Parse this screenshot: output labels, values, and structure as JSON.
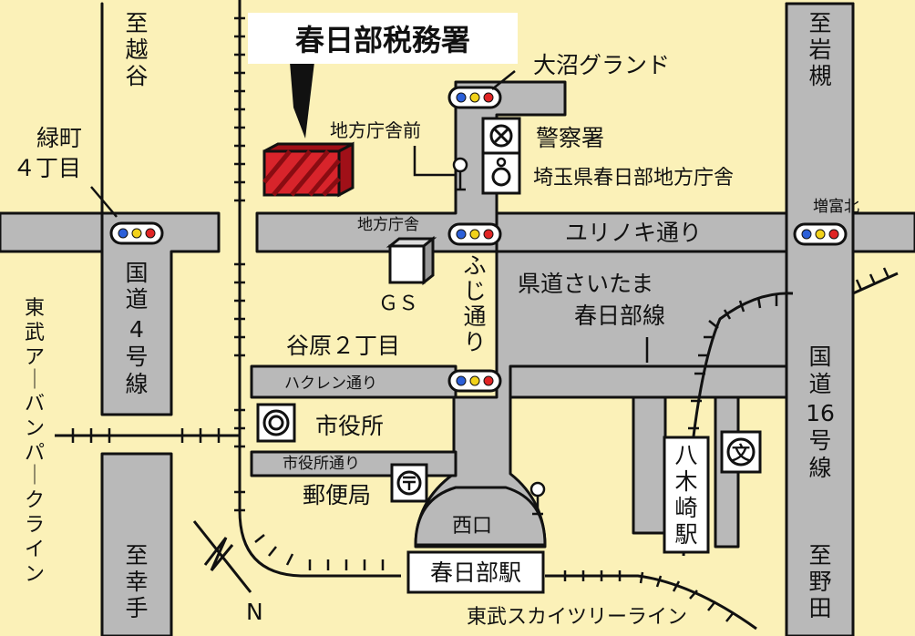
{
  "title": "春日部税務署",
  "directions": {
    "koshigaya": "至越谷",
    "iwatsuki": "至岩槻",
    "satte": "至幸手",
    "noda": "至野田"
  },
  "intersections": {
    "midoricho": "緑町\n４丁目",
    "chihou_chousha_mae": "地方庁舎前",
    "chihou_chousha": "地方庁舎",
    "masutomi_kita": "増富北",
    "yahara": "谷原２丁目",
    "oonuma": "大沼グランド"
  },
  "roads": {
    "route4": "国道\n4号線",
    "route16": "国道\n16号線",
    "fuji_dori": "ふじ通り",
    "yurinoki": "ユリノキ通り",
    "prefectural": "県道さいたま\n春日部線",
    "hakuren": "ハクレン通り",
    "shiyakusho_dori": "市役所通り"
  },
  "railways": {
    "urban_park_line": "東武アーバンパークライン",
    "skytree_line": "東武スカイツリーライン"
  },
  "landmarks": {
    "police": "警察署",
    "saitama_office": "埼玉県春日部地方庁舎",
    "gs": "ＧＳ",
    "city_hall": "市役所",
    "post_office": "郵便局",
    "nishiguchi": "西口",
    "kasukabe_station": "春日部駅",
    "yagisaki_station": "八\n木\n崎\n駅"
  },
  "compass": "N",
  "colors": {
    "background": "#fbf1b8",
    "road": "#b9b9b9",
    "tax_office": "#d8242b"
  }
}
